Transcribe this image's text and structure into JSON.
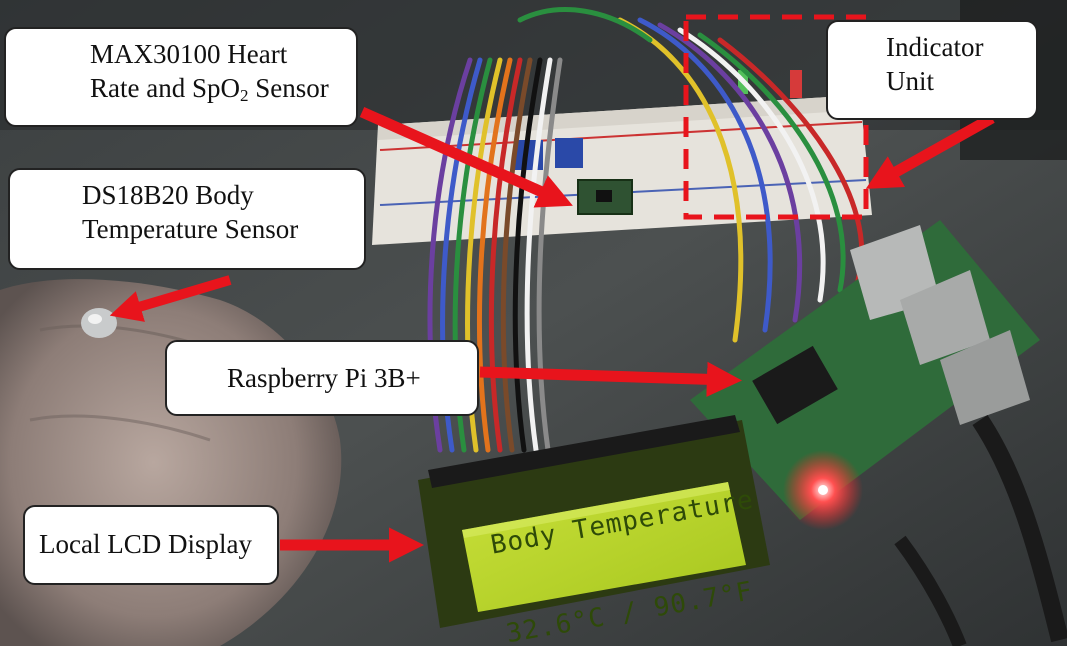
{
  "callouts": {
    "max30100": {
      "line1": "MAX30100 Heart",
      "line2_prefix": "Rate and SpO",
      "line2_sub": "2",
      "line2_suffix": " Sensor"
    },
    "ds18b20": {
      "line1": "DS18B20 Body",
      "line2": "Temperature Sensor"
    },
    "indicator": {
      "line1": "Indicator",
      "line2": "Unit"
    },
    "raspberry_pi": {
      "text": "Raspberry Pi 3B+"
    },
    "lcd": {
      "text": "Local LCD Display"
    }
  },
  "lcd_screen": {
    "line1": "Body Temperature",
    "line2": "32.6°C / 90.7°F"
  },
  "colors": {
    "arrow": "#e8141c",
    "lcd_backlight": "#b8d430",
    "breadboard": "#e6e3dc",
    "pcb": "#2f6b3a"
  }
}
